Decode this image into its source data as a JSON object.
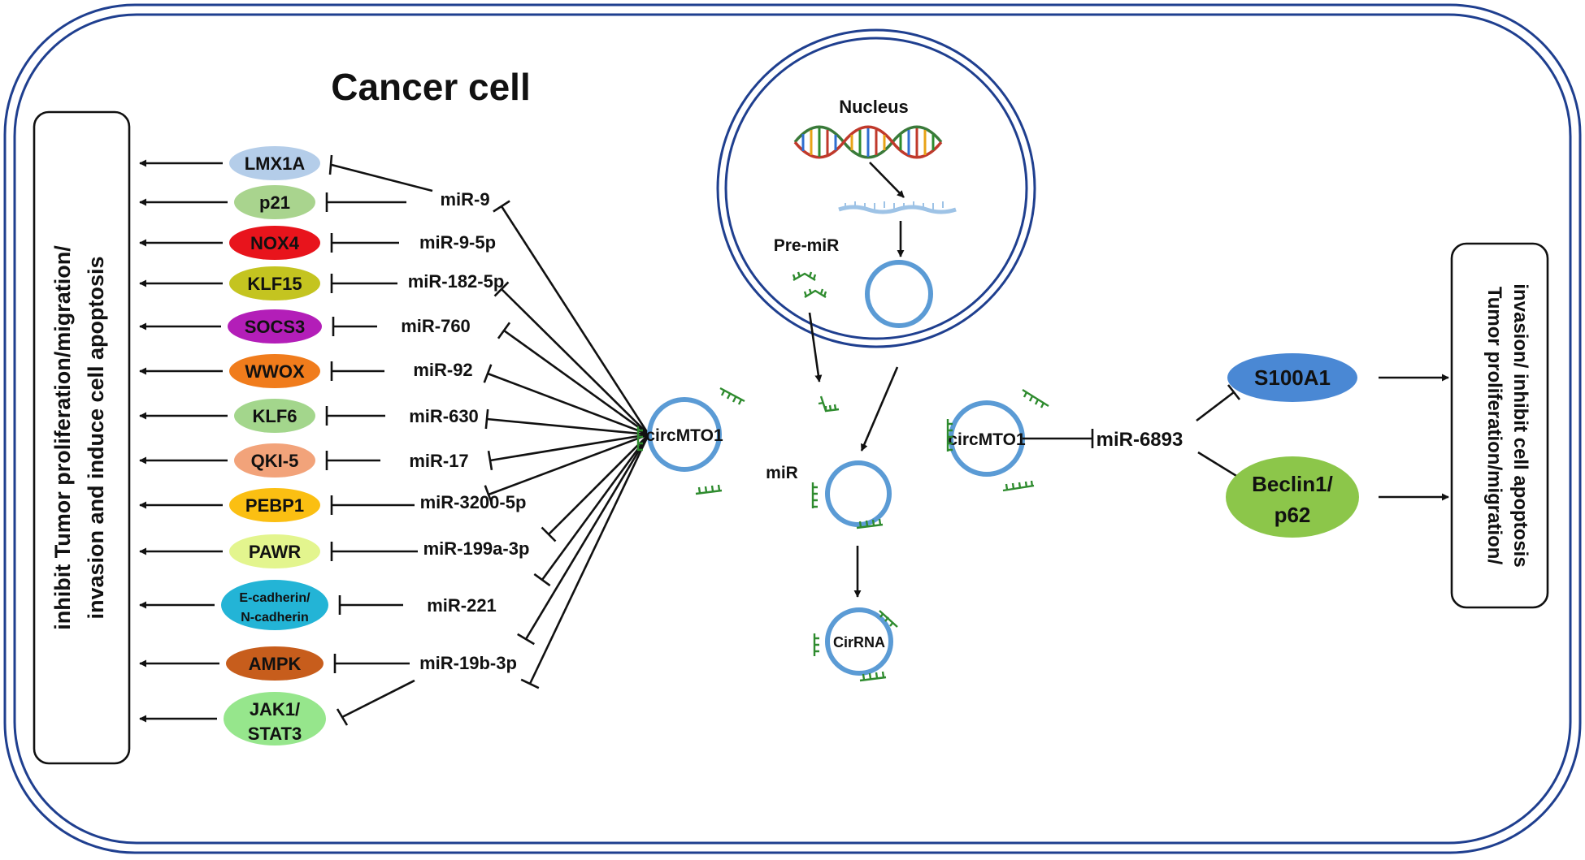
{
  "title": "Cancer cell",
  "left_outcome": {
    "line1": "inhibit Tumor proliferation/migration/",
    "line2": "invasion and induce cell apoptosis"
  },
  "right_outcome": {
    "line1": "Tumor proliferation/migration/",
    "line2": "invasion/ inhibit cell apoptosis"
  },
  "hub": {
    "label": "circMTO1"
  },
  "targets": [
    {
      "name": "LMX1A",
      "mirna": "miR-9",
      "color": "#b4cde9"
    },
    {
      "name": "p21",
      "mirna": "miR-9",
      "color": "#a9d48e"
    },
    {
      "name": "NOX4",
      "mirna": "miR-9-5p",
      "color": "#e8141c"
    },
    {
      "name": "KLF15",
      "mirna": "miR-182-5p",
      "color": "#c4c420"
    },
    {
      "name": "SOCS3",
      "mirna": "miR-760",
      "color": "#b31eb8"
    },
    {
      "name": "WWOX",
      "mirna": "miR-92",
      "color": "#f07c1c"
    },
    {
      "name": "KLF6",
      "mirna": "miR-630",
      "color": "#a3d68c"
    },
    {
      "name": "QKI-5",
      "mirna": "miR-17",
      "color": "#f2a37a"
    },
    {
      "name": "PEBP1",
      "mirna": "miR-3200-5p",
      "color": "#fbbf12"
    },
    {
      "name": "PAWR",
      "mirna": "miR-199a-3p",
      "color": "#e3f58e"
    },
    {
      "name_line1": "E-cadherin/",
      "name_line2": "N-cadherin",
      "mirna": "miR-221",
      "color": "#23b4d6"
    },
    {
      "name": "AMPK",
      "mirna": "miR-19b-3p",
      "color": "#c75d1c"
    },
    {
      "name_line1": "JAK1/",
      "name_line2": "STAT3",
      "mirna": "miR-19b-3p",
      "color": "#96e68c"
    }
  ],
  "biogenesis": {
    "nucleus": "Nucleus",
    "pre_mir": "Pre-miR",
    "mir": "miR",
    "circrna": "CirRNA"
  },
  "right_axis": {
    "hub": "circMTO1",
    "mirna": "miR-6893",
    "targets": [
      {
        "name": "S100A1",
        "color": "#4a88d4"
      },
      {
        "name_line1": "Beclin1/",
        "name_line2": "p62",
        "color": "#8cc64a"
      }
    ]
  }
}
